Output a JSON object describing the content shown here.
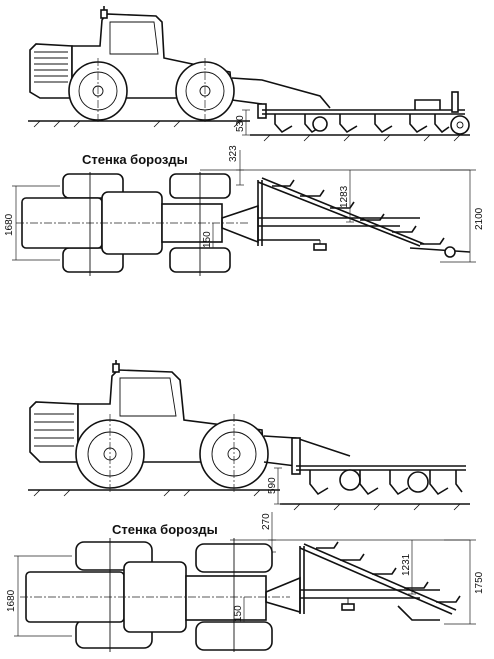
{
  "upper": {
    "furrow_wall_label": "Стенка борозды",
    "dims": {
      "plow_depth": "530",
      "furrow_offset": "323",
      "track_width": "1680",
      "plow_span": "1283",
      "total_width": "2100",
      "hitch_offset": "150"
    }
  },
  "lower": {
    "furrow_wall_label": "Стенка борозды",
    "dims": {
      "plow_depth": "590",
      "furrow_offset": "270",
      "track_width": "1680",
      "plow_span": "1231",
      "total_width": "1750",
      "hitch_offset": "150"
    }
  }
}
